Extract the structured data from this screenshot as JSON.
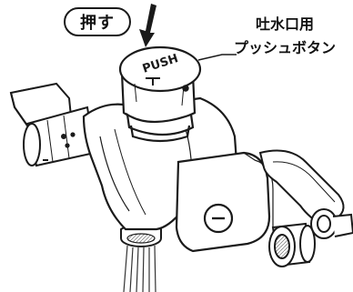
{
  "labels": {
    "press": "押す",
    "callout_line1": "吐水口用",
    "callout_line2": "プッシュボタン",
    "button_text": "PUSH"
  },
  "icons": {
    "arrow": "down-arrow-icon",
    "minus": "minus-icon"
  },
  "colors": {
    "line": "#1a1a1a",
    "body_fill": "#ffffff",
    "shade": "#d9d9d9"
  }
}
